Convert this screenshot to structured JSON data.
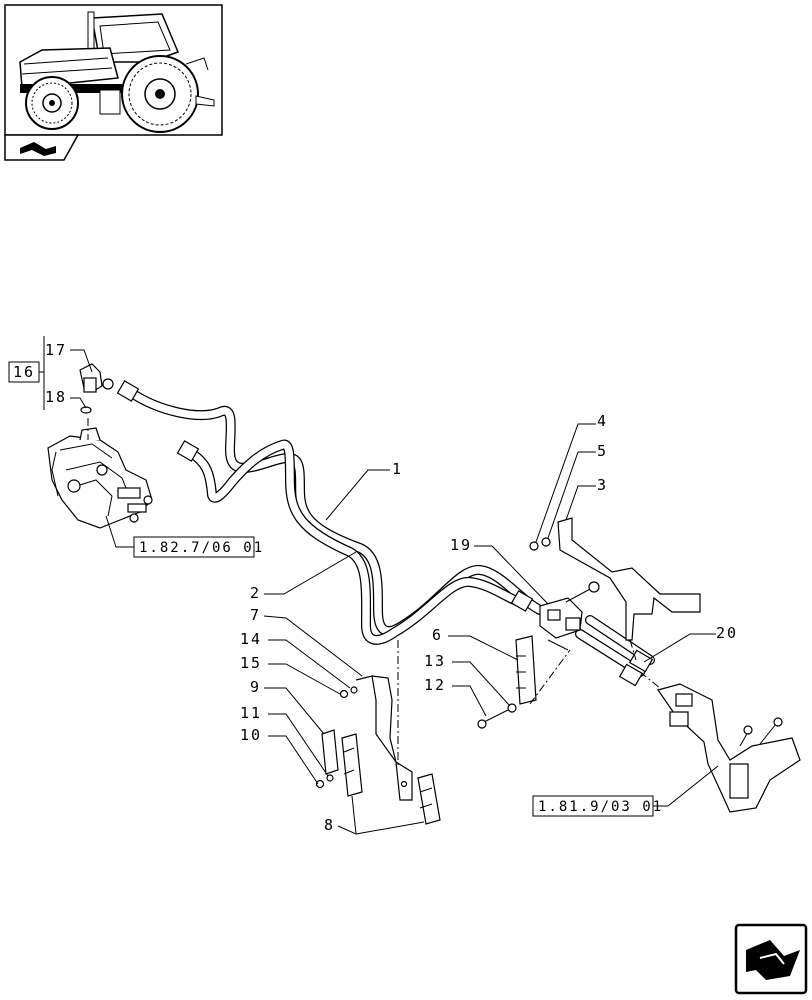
{
  "callouts": {
    "c1": "1",
    "c2": "2",
    "c3": "3",
    "c4": "4",
    "c5": "5",
    "c6": "6",
    "c7": "7",
    "c8": "8",
    "c9": "9",
    "c10": "10",
    "c11": "11",
    "c12": "12",
    "c13": "13",
    "c14": "14",
    "c15": "15",
    "c16": "16",
    "c17": "17",
    "c18": "18",
    "c19": "19",
    "c20": "20"
  },
  "references": {
    "ref_pump": "1.82.7/06 01",
    "ref_valve": "1.81.9/03 01"
  },
  "icons": {
    "thumbnail": "tractor-thumbnail-icon",
    "section": "book-section-icon",
    "nav": "next-page-arrow-icon"
  }
}
